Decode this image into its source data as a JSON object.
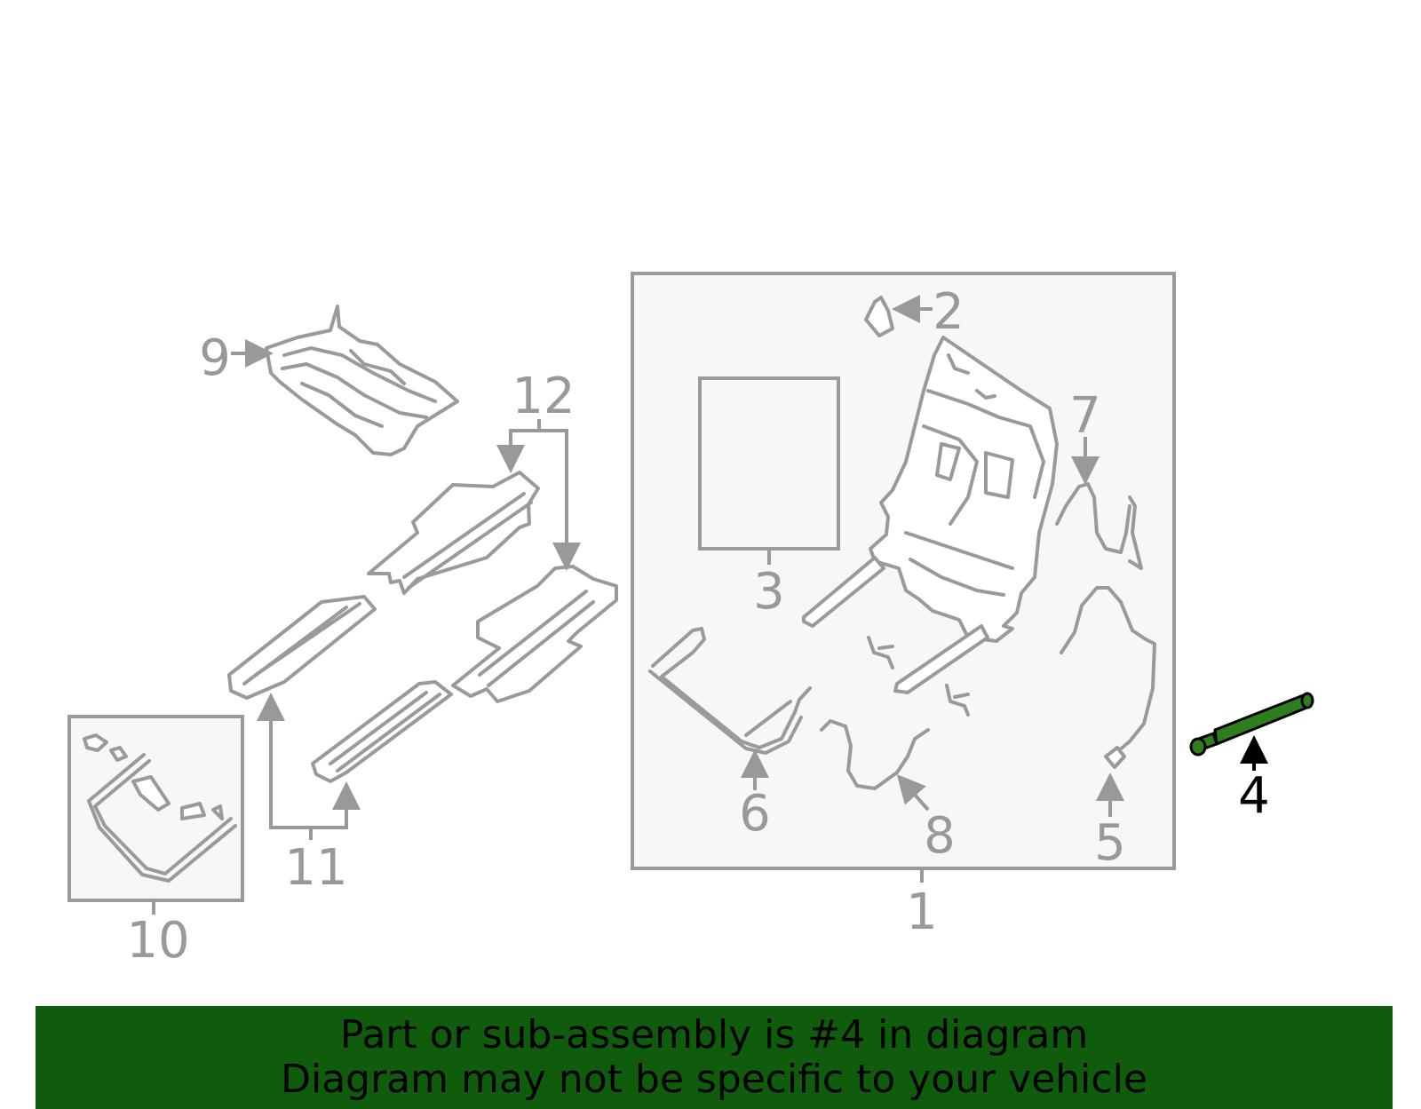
{
  "callouts": {
    "c1": "1",
    "c2": "2",
    "c3": "3",
    "c4": "4",
    "c5": "5",
    "c6": "6",
    "c7": "7",
    "c8": "8",
    "c9": "9",
    "c10": "10",
    "c11": "11",
    "c12": "12"
  },
  "highlighted_part": "4",
  "colors": {
    "highlight": "#2e7d1e",
    "banner": "#0f5c0c",
    "line": "#9a9a9a"
  },
  "banner": {
    "line1": "Part or sub-assembly is #4 in diagram",
    "line2": "Diagram may not be specific to your vehicle"
  }
}
